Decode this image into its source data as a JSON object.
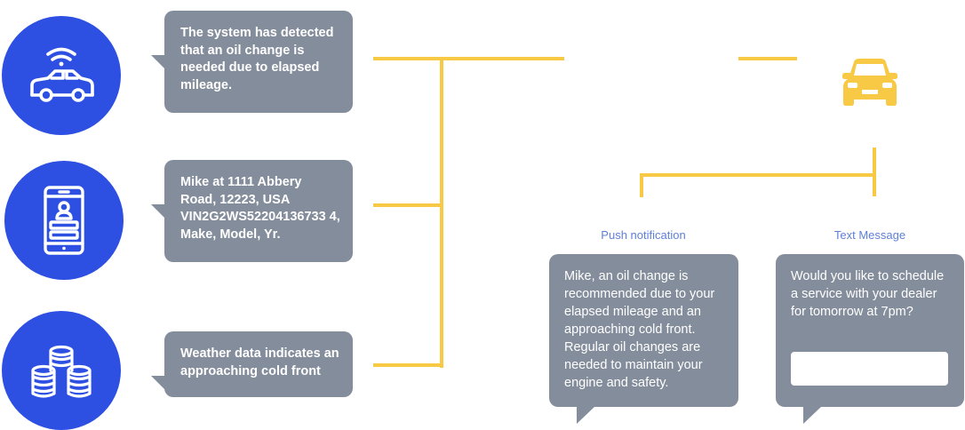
{
  "sources": [
    {
      "icon": "connected-car-icon",
      "message": "The system has detected that an oil change is needed due to elapsed mileage."
    },
    {
      "icon": "mobile-profile-icon",
      "message": "Mike at 1111 Abbery Road, 12223, USA VIN2G2WS52204136733 4, Make, Model, Yr."
    },
    {
      "icon": "database-icon",
      "message": "Weather data indicates an approaching cold front"
    }
  ],
  "channels": {
    "push": {
      "label": "Push notification",
      "message": "Mike, an oil change is recommended due to your elapsed mileage and an approaching cold front. Regular oil changes are needed to maintain your engine and safety."
    },
    "text": {
      "label": "Text Message",
      "message": "Would you like to schedule a service with your dealer for tomorrow at 7pm?",
      "reply_placeholder": ""
    }
  },
  "colors": {
    "circle": "#2d50e3",
    "bubble": "#848d9b",
    "connector": "#f7c944",
    "car": "#f7c944",
    "label": "#5f7fd9"
  }
}
